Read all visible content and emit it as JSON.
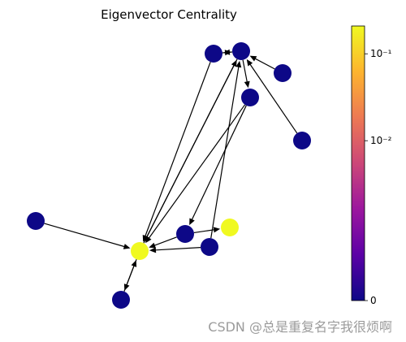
{
  "title": "Eigenvector Centrality",
  "colorbar": {
    "scale": "log",
    "colormap": "plasma",
    "low_color": "#0d0887",
    "high_color": "#f0f921",
    "stops": [
      "#0d0887",
      "#5c01a6",
      "#9c179e",
      "#cc4778",
      "#ed7953",
      "#fdb42f",
      "#f0f921"
    ],
    "ticks": [
      {
        "label": "10⁻¹",
        "log_value": -1
      },
      {
        "label": "10⁻²",
        "log_value": -2
      },
      {
        "label": "0",
        "log_value": -3.84
      }
    ],
    "log_min": -3.84,
    "log_max": -0.68
  },
  "nodes": [
    {
      "id": "n1",
      "centrality": "low"
    },
    {
      "id": "n2",
      "centrality": "low"
    },
    {
      "id": "n3",
      "centrality": "low"
    },
    {
      "id": "n4",
      "centrality": "low"
    },
    {
      "id": "n5",
      "centrality": "low"
    },
    {
      "id": "n6",
      "centrality": "low"
    },
    {
      "id": "n7",
      "centrality": "low"
    },
    {
      "id": "n8",
      "centrality": "high"
    },
    {
      "id": "n9",
      "centrality": "high"
    },
    {
      "id": "n10",
      "centrality": "low"
    },
    {
      "id": "n11",
      "centrality": "low"
    }
  ],
  "edges": [
    [
      "n1",
      "n2"
    ],
    [
      "n3",
      "n2"
    ],
    [
      "n2",
      "n4"
    ],
    [
      "n5",
      "n2"
    ],
    [
      "n2",
      "n1"
    ],
    [
      "n1",
      "n8"
    ],
    [
      "n2",
      "n8"
    ],
    [
      "n8",
      "n2"
    ],
    [
      "n6",
      "n8"
    ],
    [
      "n10",
      "n8"
    ],
    [
      "n7",
      "n8"
    ],
    [
      "n11",
      "n8"
    ],
    [
      "n8",
      "n11"
    ],
    [
      "n4",
      "n10"
    ],
    [
      "n10",
      "n9"
    ],
    [
      "n4",
      "n8"
    ],
    [
      "n7",
      "n2"
    ]
  ],
  "watermark": "CSDN @总是重复名字我很烦啊"
}
